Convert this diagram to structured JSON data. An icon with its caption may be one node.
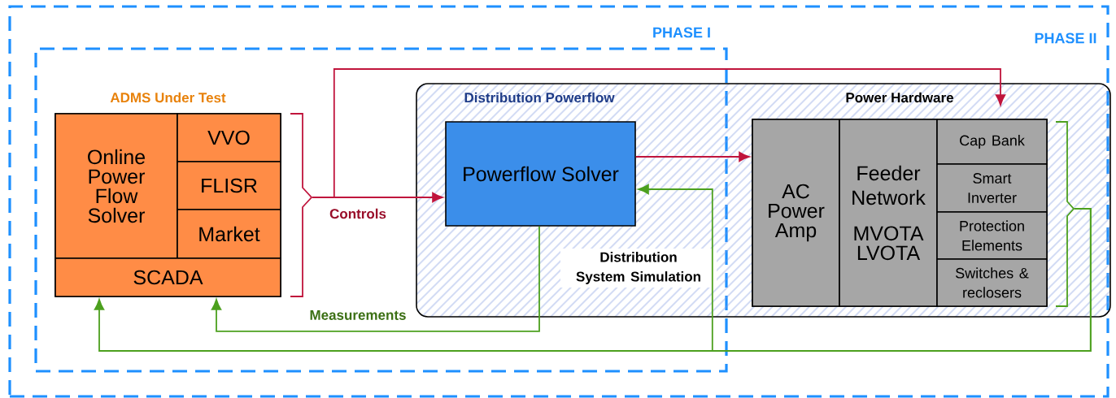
{
  "diagram": {
    "nodes": [
      {
        "text": [
          "PHASE II"
        ]
      },
      {
        "text": [
          "PHASE I"
        ],
        "in": 0
      },
      {
        "text": [
          "ADMS Under Test"
        ],
        "in": 1
      },
      {
        "text": [
          "Online Power Flow Solver"
        ],
        "in": 2
      },
      {
        "text": [
          "VVO"
        ],
        "in": 2
      },
      {
        "text": [
          "FLISR"
        ],
        "in": 2
      },
      {
        "text": [
          "Market"
        ],
        "in": 2
      },
      {
        "text": [
          "SCADA"
        ],
        "in": 2
      },
      {
        "text": [
          "Distribution Powerflow",
          "Distribution System Simulation"
        ],
        "in": 0
      },
      {
        "text": [
          "Powerflow Solver"
        ]
      },
      {
        "text": [
          "Power Hardware"
        ],
        "in": 8
      },
      {
        "text": [
          "AC Power Amp"
        ],
        "in": 10
      },
      {
        "text": [
          "Feeder Network",
          "MVOTA LVOTA"
        ],
        "in": 10
      },
      {
        "text": [
          "Cap Bank"
        ],
        "in": 10
      },
      {
        "text": [
          "Smart Inverter"
        ],
        "in": 10
      },
      {
        "text": [
          "Protection Elements"
        ],
        "in": 10
      },
      {
        "text": [
          "Switches & reclosers"
        ],
        "in": 10
      }
    ],
    "edges": [
      {
        "from": 2,
        "to": 9,
        "arrow": "to",
        "label": "Controls",
        "color": "#c0143c"
      },
      {
        "from": 2,
        "to": 10,
        "arrow": "to",
        "color": "#c0143c"
      },
      {
        "from": 9,
        "to": 11,
        "arrow": "to",
        "color": "#c0143c"
      },
      {
        "from": 9,
        "to": 7,
        "arrow": "to",
        "label": "Measurements",
        "color": "#4ca01e"
      },
      {
        "from": 10,
        "to": 7,
        "arrow": "to",
        "color": "#4ca01e"
      },
      {
        "from": 10,
        "to": 9,
        "arrow": "to",
        "color": "#4ca01e"
      }
    ]
  }
}
